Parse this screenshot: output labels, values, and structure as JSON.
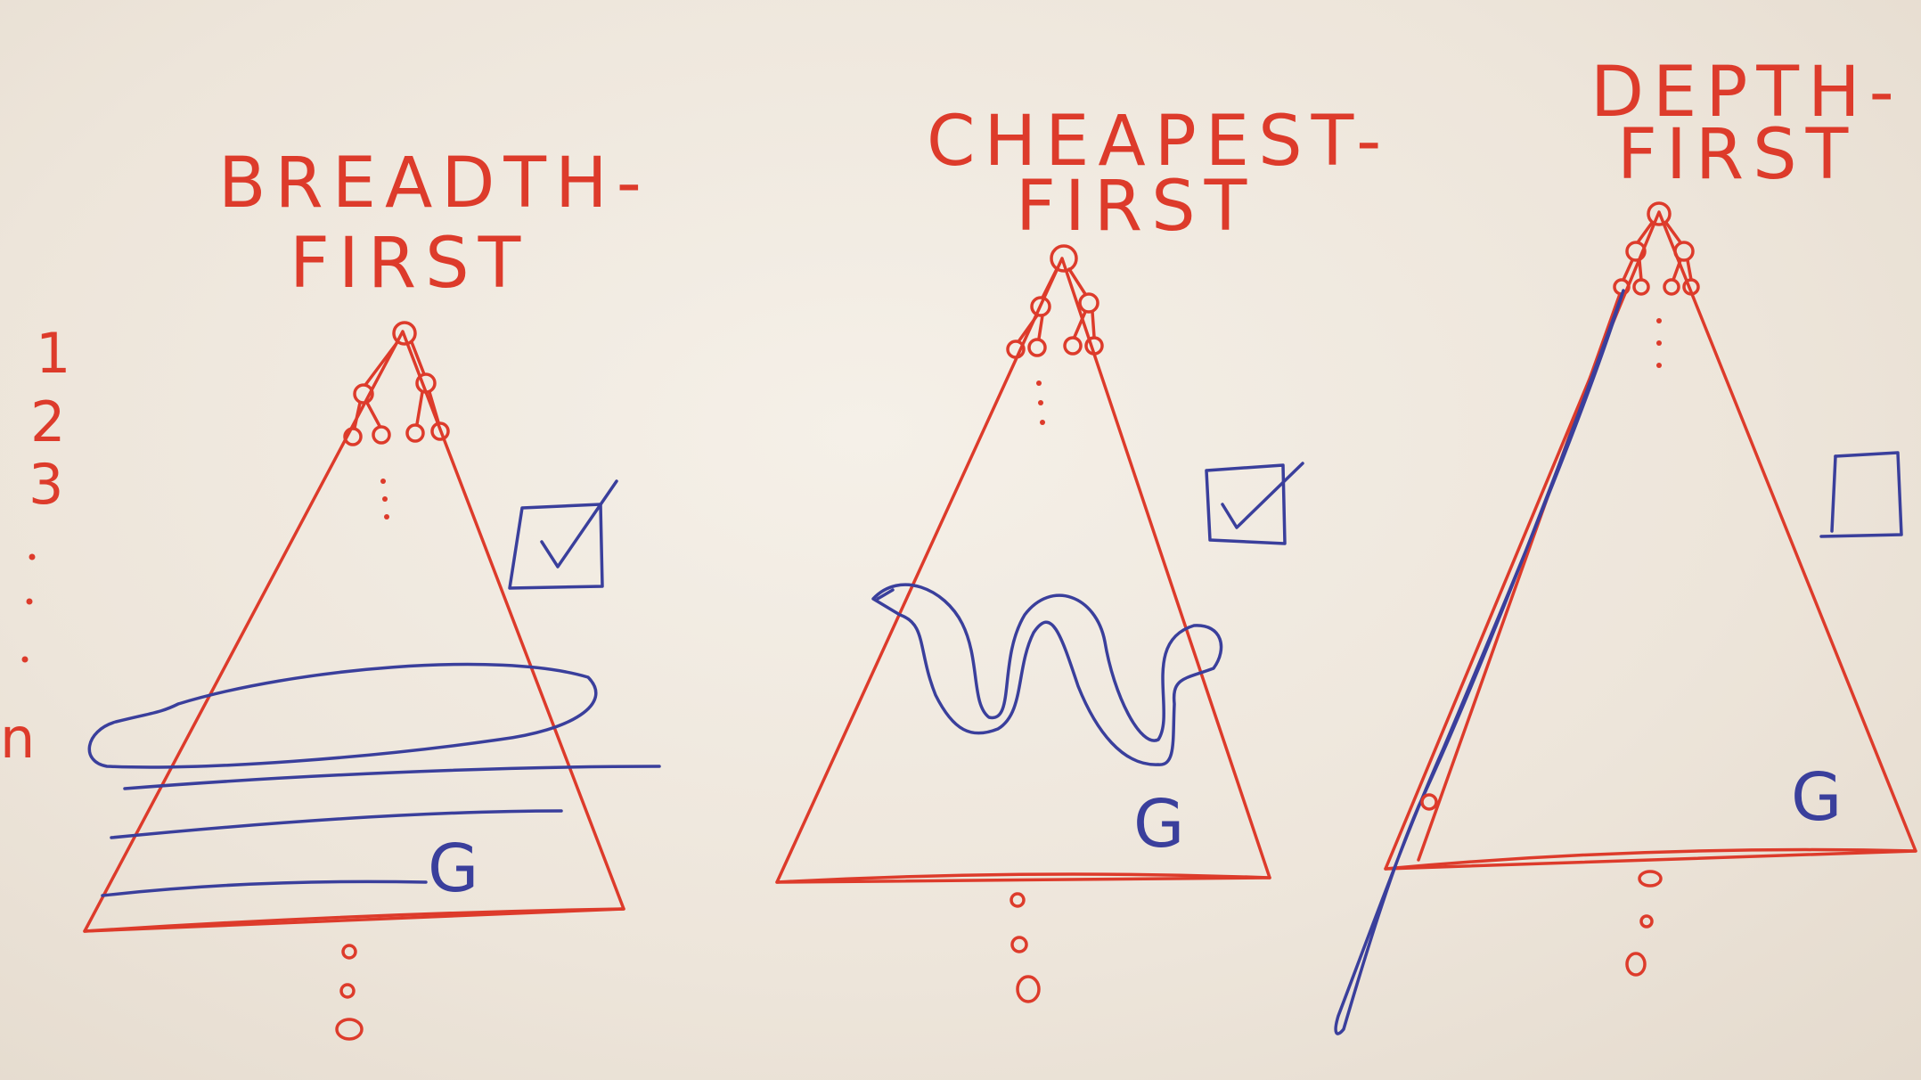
{
  "colors": {
    "red_ink": "#dd3b2b",
    "blue_ink": "#3a3f9c",
    "board": "#efe8df"
  },
  "panels": {
    "breadth": {
      "title_line1": "BREADTH-",
      "title_line2": "FIRST",
      "goal": "G",
      "complete": true
    },
    "cheapest": {
      "title_line1": "CHEAPEST-",
      "title_line2": "FIRST",
      "goal": "G",
      "complete": true
    },
    "depth": {
      "title_line1": "DEPTH-",
      "title_line2": "FIRST",
      "goal": "G",
      "complete": false
    }
  },
  "levels": [
    "1",
    "2",
    "3",
    "n"
  ]
}
